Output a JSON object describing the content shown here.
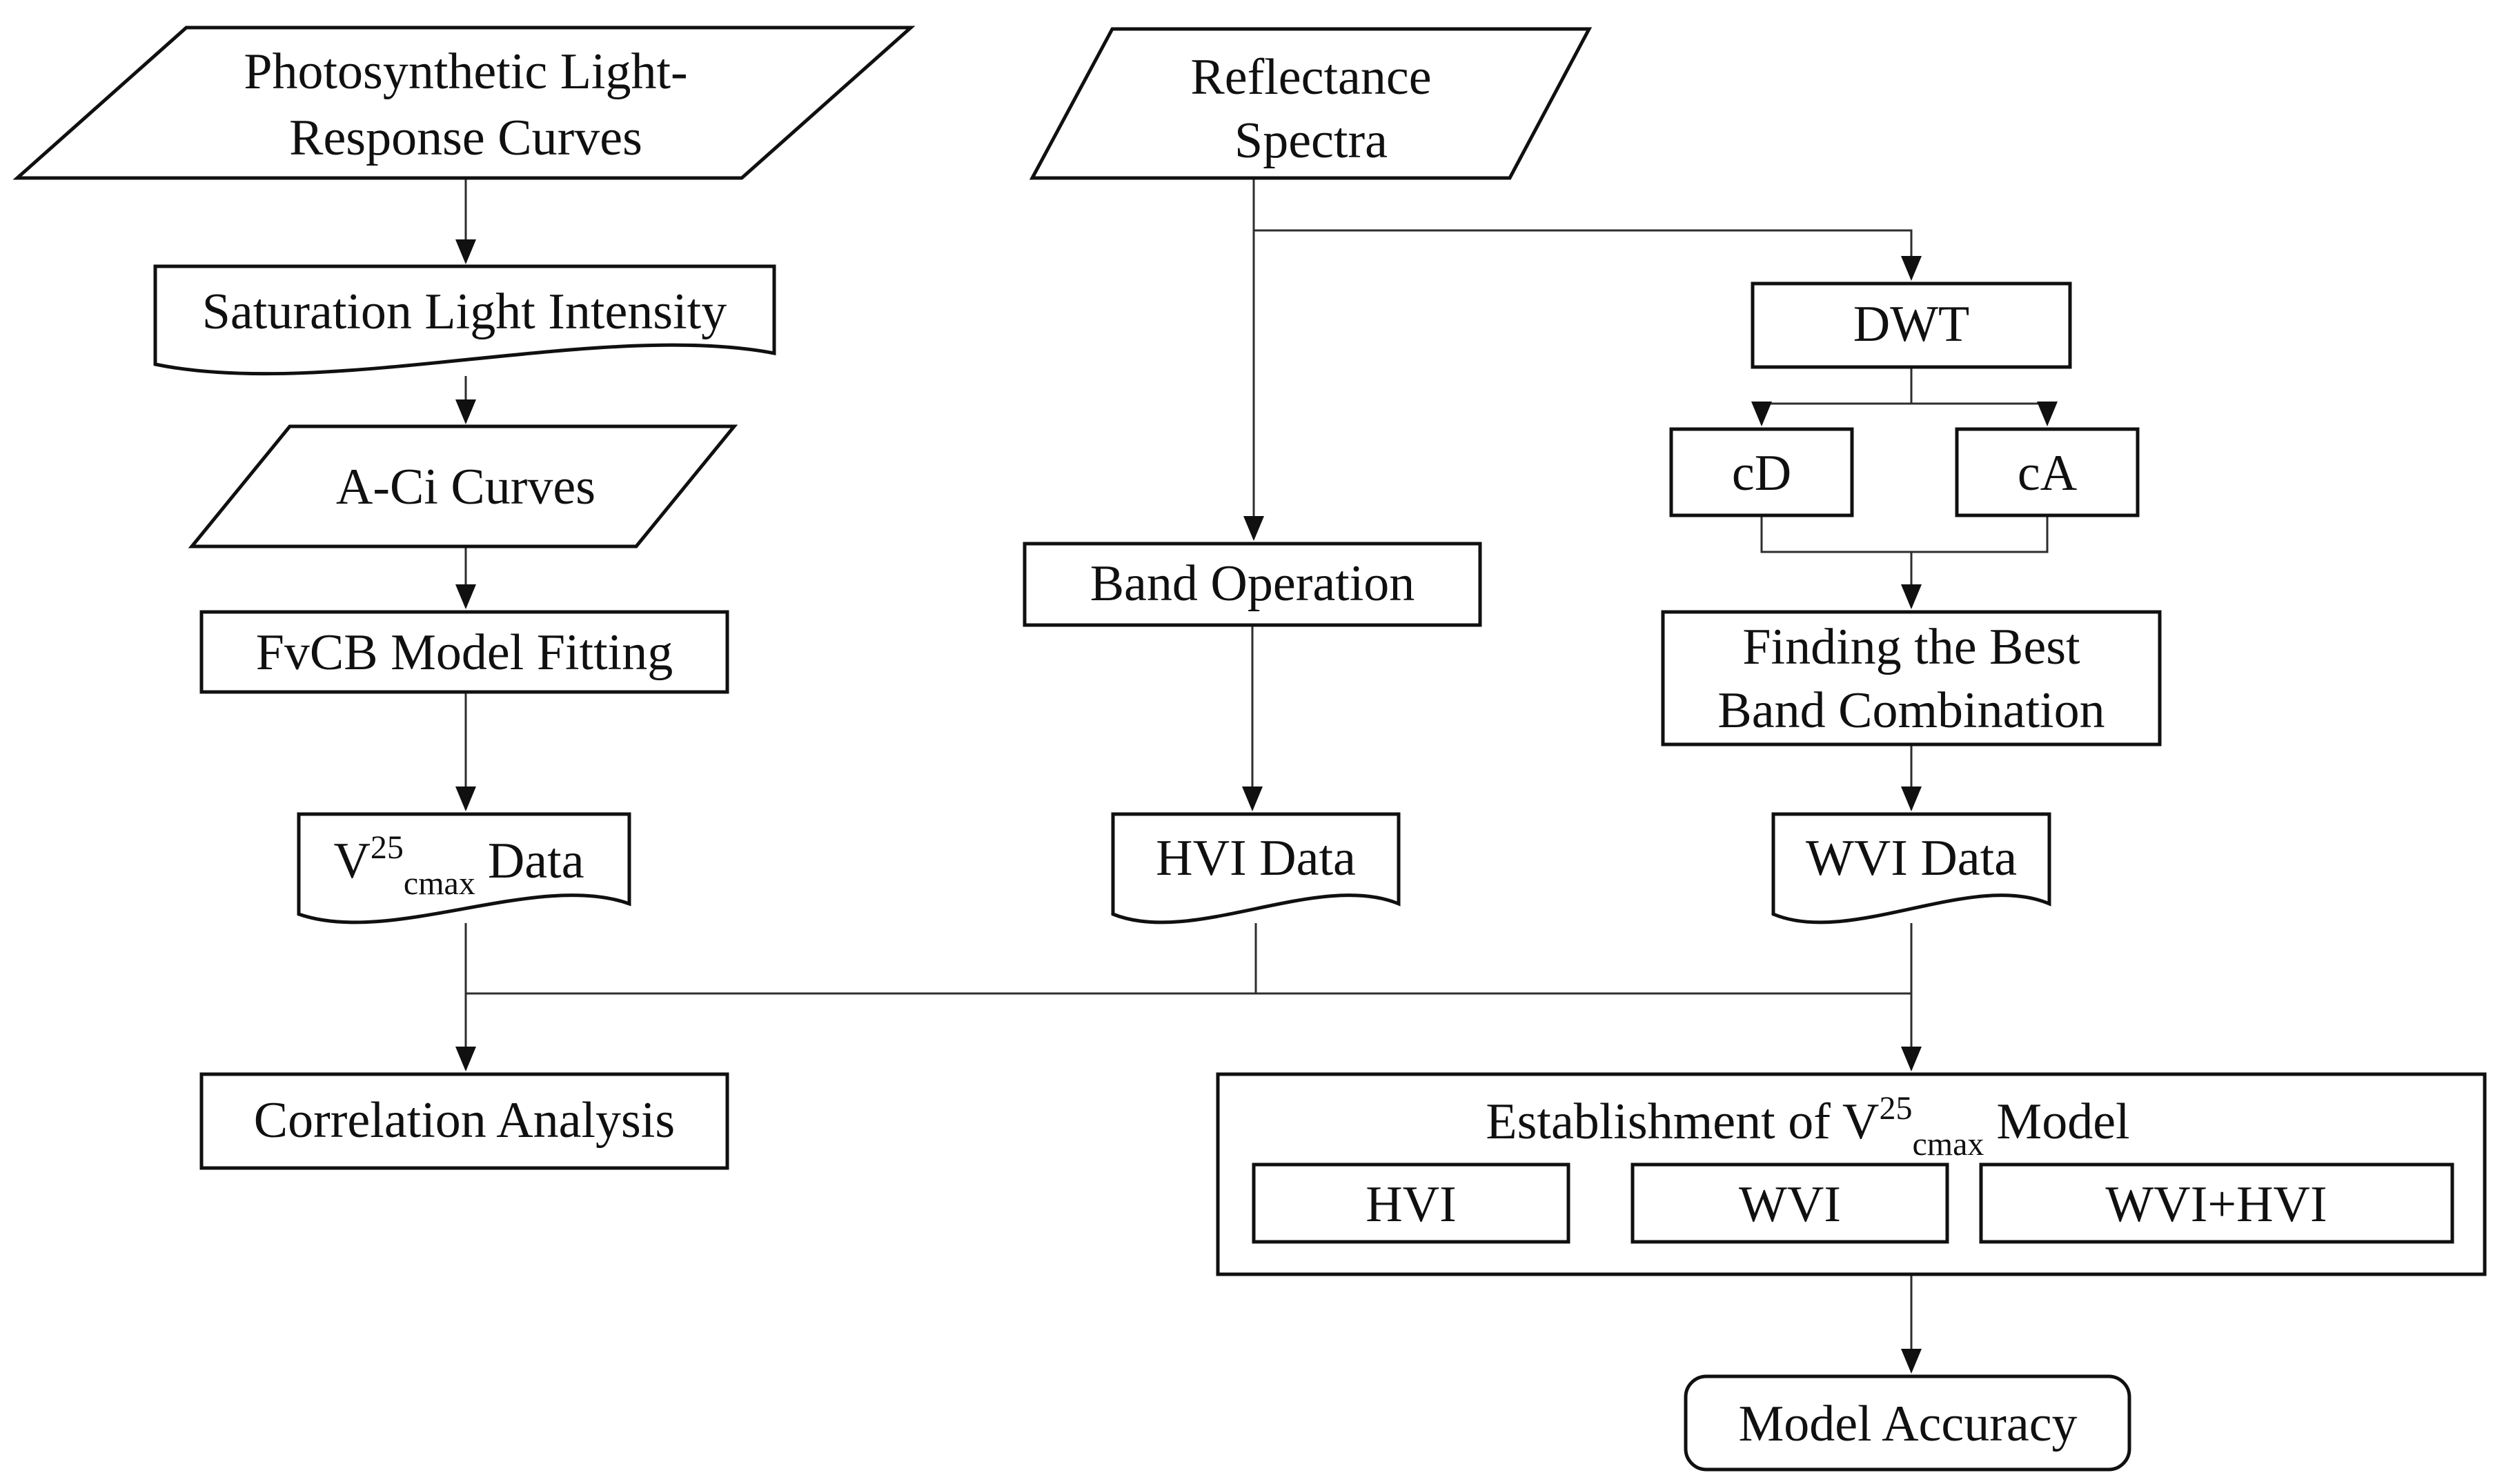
{
  "colors": {
    "background": "#ffffff",
    "connector": "#2e2e2e",
    "border": "#101010",
    "text": "#101010"
  },
  "nodes": {
    "photosynthetic": {
      "line1": "Photosynthetic Light-",
      "line2": "Response Curves"
    },
    "saturation": {
      "label": "Saturation Light Intensity"
    },
    "aci": {
      "label": "A-Ci Curves"
    },
    "fvcb": {
      "label": "FvCB Model Fitting"
    },
    "vcmax": {
      "base": "V",
      "sup": "25",
      "sub": "cmax",
      "rest": "Data"
    },
    "correlation": {
      "label": "Correlation Analysis"
    },
    "reflectance": {
      "line1": "Reflectance",
      "line2": "Spectra"
    },
    "band": {
      "label": "Band Operation"
    },
    "hvi": {
      "label": "HVI Data"
    },
    "dwt": {
      "label": "DWT"
    },
    "cd": {
      "label": "cD"
    },
    "ca": {
      "label": "cA"
    },
    "finding": {
      "line1": "Finding the Best",
      "line2": "Band Combination"
    },
    "wvi": {
      "label": "WVI Data"
    },
    "establishment": {
      "base": "Establishment of V",
      "sup": "25",
      "sub": "cmax",
      "rest": "Model",
      "options": [
        {
          "label": "HVI"
        },
        {
          "label": "WVI"
        },
        {
          "label": "WVI+HVI"
        }
      ]
    },
    "accuracy": {
      "label": "Model Accuracy"
    }
  }
}
